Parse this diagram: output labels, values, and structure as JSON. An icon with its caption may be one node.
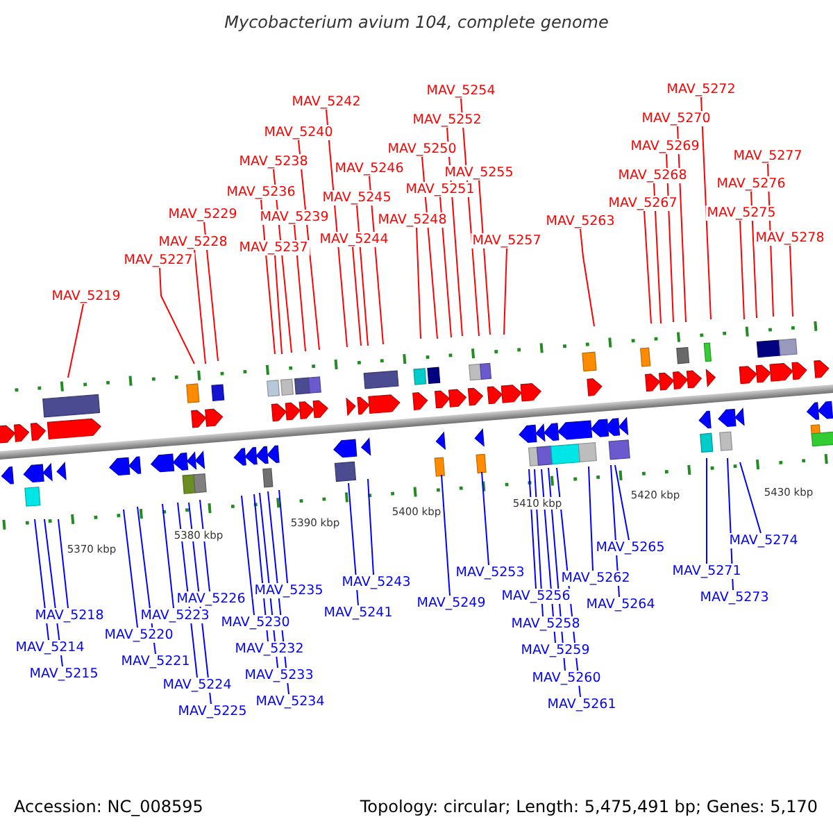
{
  "diagram": {
    "title": "Mycobacterium avium 104, complete genome",
    "nodes": [
      {
        "text": [
          "MAV_5219"
        ]
      },
      {
        "text": [
          "MAV_5227"
        ]
      },
      {
        "text": [
          "MAV_5228"
        ]
      },
      {
        "text": [
          "MAV_5229"
        ]
      },
      {
        "text": [
          "MAV_5236"
        ]
      },
      {
        "text": [
          "MAV_5237"
        ]
      },
      {
        "text": [
          "MAV_5238"
        ]
      },
      {
        "text": [
          "MAV_5239"
        ]
      },
      {
        "text": [
          "MAV_5240"
        ]
      },
      {
        "text": [
          "MAV_5242"
        ]
      },
      {
        "text": [
          "MAV_5244"
        ]
      },
      {
        "text": [
          "MAV_5245"
        ]
      },
      {
        "text": [
          "MAV_5246"
        ]
      },
      {
        "text": [
          "MAV_5248"
        ]
      },
      {
        "text": [
          "MAV_5250"
        ]
      },
      {
        "text": [
          "MAV_5251"
        ]
      },
      {
        "text": [
          "MAV_5252"
        ]
      },
      {
        "text": [
          "MAV_5254"
        ]
      },
      {
        "text": [
          "MAV_5255"
        ]
      },
      {
        "text": [
          "MAV_5257"
        ]
      },
      {
        "text": [
          "MAV_5263"
        ]
      },
      {
        "text": [
          "MAV_5267"
        ]
      },
      {
        "text": [
          "MAV_5268"
        ]
      },
      {
        "text": [
          "MAV_5269"
        ]
      },
      {
        "text": [
          "MAV_5270"
        ]
      },
      {
        "text": [
          "MAV_5272"
        ]
      },
      {
        "text": [
          "MAV_5275"
        ]
      },
      {
        "text": [
          "MAV_5276"
        ]
      },
      {
        "text": [
          "MAV_5277"
        ]
      },
      {
        "text": [
          "MAV_5278"
        ]
      },
      {
        "text": [
          "MAV_5214"
        ]
      },
      {
        "text": [
          "MAV_5215"
        ]
      },
      {
        "text": [
          "MAV_5218"
        ]
      },
      {
        "text": [
          "MAV_5220"
        ]
      },
      {
        "text": [
          "MAV_5221"
        ]
      },
      {
        "text": [
          "MAV_5223"
        ]
      },
      {
        "text": [
          "MAV_5224"
        ]
      },
      {
        "text": [
          "MAV_5225"
        ]
      },
      {
        "text": [
          "MAV_5226"
        ]
      },
      {
        "text": [
          "MAV_5230"
        ]
      },
      {
        "text": [
          "MAV_5232"
        ]
      },
      {
        "text": [
          "MAV_5233"
        ]
      },
      {
        "text": [
          "MAV_5234"
        ]
      },
      {
        "text": [
          "MAV_5235"
        ]
      },
      {
        "text": [
          "MAV_5241"
        ]
      },
      {
        "text": [
          "MAV_5243"
        ]
      },
      {
        "text": [
          "MAV_5249"
        ]
      },
      {
        "text": [
          "MAV_5253"
        ]
      },
      {
        "text": [
          "MAV_5256"
        ]
      },
      {
        "text": [
          "MAV_5258"
        ]
      },
      {
        "text": [
          "MAV_5259"
        ]
      },
      {
        "text": [
          "MAV_5260"
        ]
      },
      {
        "text": [
          "MAV_5261"
        ]
      },
      {
        "text": [
          "MAV_5262"
        ]
      },
      {
        "text": [
          "MAV_5264"
        ]
      },
      {
        "text": [
          "MAV_5265"
        ]
      },
      {
        "text": [
          "MAV_5271"
        ]
      },
      {
        "text": [
          "MAV_5273"
        ]
      },
      {
        "text": [
          "MAV_5274"
        ]
      }
    ],
    "edges": [
      {
        "from": 0,
        "to": null,
        "arrow": "none"
      },
      {
        "from": 1,
        "to": null,
        "arrow": "none"
      },
      {
        "from": 2,
        "to": null,
        "arrow": "none"
      },
      {
        "from": 3,
        "to": null,
        "arrow": "none"
      },
      {
        "from": 4,
        "to": null,
        "arrow": "none"
      },
      {
        "from": 5,
        "to": null,
        "arrow": "none"
      },
      {
        "from": 6,
        "to": null,
        "arrow": "none"
      },
      {
        "from": 7,
        "to": null,
        "arrow": "none"
      },
      {
        "from": 8,
        "to": null,
        "arrow": "none"
      },
      {
        "from": 9,
        "to": null,
        "arrow": "none"
      },
      {
        "from": 10,
        "to": null,
        "arrow": "none"
      },
      {
        "from": 11,
        "to": null,
        "arrow": "none"
      },
      {
        "from": 12,
        "to": null,
        "arrow": "none"
      },
      {
        "from": 13,
        "to": null,
        "arrow": "none"
      },
      {
        "from": 14,
        "to": null,
        "arrow": "none"
      },
      {
        "from": 15,
        "to": null,
        "arrow": "none"
      },
      {
        "from": 16,
        "to": null,
        "arrow": "none"
      },
      {
        "from": 17,
        "to": null,
        "arrow": "none"
      },
      {
        "from": 18,
        "to": null,
        "arrow": "none"
      },
      {
        "from": 19,
        "to": null,
        "arrow": "none"
      },
      {
        "from": 20,
        "to": null,
        "arrow": "none"
      },
      {
        "from": 21,
        "to": null,
        "arrow": "none"
      },
      {
        "from": 22,
        "to": null,
        "arrow": "none"
      },
      {
        "from": 23,
        "to": null,
        "arrow": "none"
      },
      {
        "from": 24,
        "to": null,
        "arrow": "none"
      },
      {
        "from": 25,
        "to": null,
        "arrow": "none"
      },
      {
        "from": 26,
        "to": null,
        "arrow": "none"
      },
      {
        "from": 27,
        "to": null,
        "arrow": "none"
      },
      {
        "from": 28,
        "to": null,
        "arrow": "none"
      },
      {
        "from": 29,
        "to": null,
        "arrow": "none"
      },
      {
        "from": 30,
        "to": null,
        "arrow": "none",
        "color": "#0000ff"
      },
      {
        "from": 31,
        "to": null,
        "arrow": "none",
        "color": "#0000ff"
      },
      {
        "from": 32,
        "to": null,
        "arrow": "none",
        "color": "#0000ff"
      },
      {
        "from": 33,
        "to": null,
        "arrow": "none",
        "color": "#0000ff"
      },
      {
        "from": 34,
        "to": null,
        "arrow": "none",
        "color": "#0000ff"
      },
      {
        "from": 35,
        "to": null,
        "arrow": "none",
        "color": "#0000ff"
      },
      {
        "from": 36,
        "to": null,
        "arrow": "none",
        "color": "#0000ff"
      },
      {
        "from": 37,
        "to": null,
        "arrow": "none",
        "color": "#0000ff"
      },
      {
        "from": 38,
        "to": null,
        "arrow": "none",
        "color": "#0000ff"
      },
      {
        "from": 39,
        "to": null,
        "arrow": "none",
        "color": "#0000ff"
      },
      {
        "from": 40,
        "to": null,
        "arrow": "none",
        "color": "#0000ff"
      },
      {
        "from": 41,
        "to": null,
        "arrow": "none",
        "color": "#0000ff"
      },
      {
        "from": 42,
        "to": null,
        "arrow": "none",
        "color": "#0000ff"
      },
      {
        "from": 43,
        "to": null,
        "arrow": "none",
        "color": "#0000ff"
      },
      {
        "from": 44,
        "to": null,
        "arrow": "none",
        "color": "#0000ff"
      },
      {
        "from": 45,
        "to": null,
        "arrow": "none",
        "color": "#0000ff"
      },
      {
        "from": 46,
        "to": null,
        "arrow": "none",
        "color": "#0000ff"
      },
      {
        "from": 47,
        "to": null,
        "arrow": "none",
        "color": "#0000ff"
      },
      {
        "from": 48,
        "to": null,
        "arrow": "none",
        "color": "#0000ff"
      },
      {
        "from": 49,
        "to": null,
        "arrow": "none",
        "color": "#0000ff"
      },
      {
        "from": 50,
        "to": null,
        "arrow": "none",
        "color": "#0000ff"
      },
      {
        "from": 51,
        "to": null,
        "arrow": "none",
        "color": "#0000ff"
      },
      {
        "from": 52,
        "to": null,
        "arrow": "none",
        "color": "#0000ff"
      },
      {
        "from": 53,
        "to": null,
        "arrow": "none",
        "color": "#0000ff"
      },
      {
        "from": 54,
        "to": null,
        "arrow": "none",
        "color": "#0000ff"
      },
      {
        "from": 55,
        "to": null,
        "arrow": "none",
        "color": "#0000ff"
      },
      {
        "from": 56,
        "to": null,
        "arrow": "none",
        "color": "#0000ff"
      },
      {
        "from": 57,
        "to": null,
        "arrow": "none",
        "color": "#0000ff"
      },
      {
        "from": 58,
        "to": null,
        "arrow": "none",
        "color": "#0000ff"
      }
    ],
    "labels": [
      "5370 kbp",
      "5380 kbp",
      "5390 kbp",
      "5400 kbp",
      "5410 kbp",
      "5420 kbp",
      "5430 kbp",
      "Accession: NC_008595",
      "Topology: circular; Length: 5,475,491 bp; Genes: 5,170"
    ]
  }
}
